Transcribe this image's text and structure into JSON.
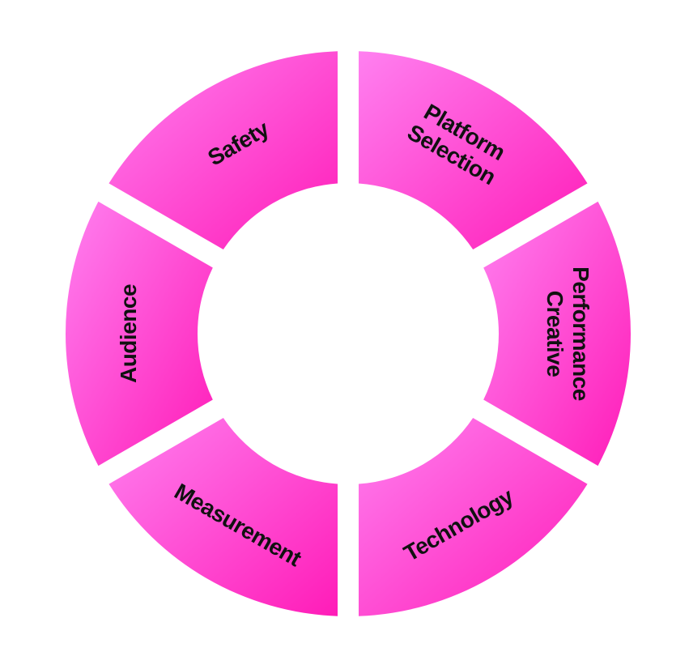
{
  "diagram": {
    "gradient": {
      "start_color": "#ff80f0",
      "end_color": "#ff1cb8"
    },
    "label_color": "#111111",
    "segments": [
      {
        "id": "platform-selection",
        "lines": [
          "Platform",
          "Selection"
        ]
      },
      {
        "id": "performance-creative",
        "lines": [
          "Performance",
          "Creative"
        ]
      },
      {
        "id": "technology",
        "lines": [
          "Technology"
        ]
      },
      {
        "id": "measurement",
        "lines": [
          "Measurement"
        ]
      },
      {
        "id": "audience",
        "lines": [
          "Audience"
        ]
      },
      {
        "id": "safety",
        "lines": [
          "Safety"
        ]
      }
    ]
  }
}
